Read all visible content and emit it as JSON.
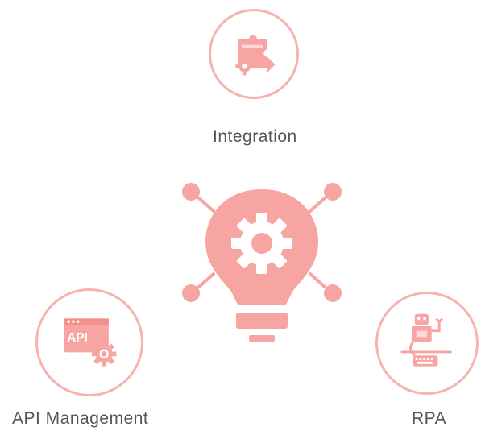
{
  "colors": {
    "accent": "#f6a5a3",
    "ring": "#f6b3b0",
    "text": "#555555"
  },
  "center": {
    "icon": "lightbulb-gear-icon"
  },
  "nodes": [
    {
      "id": "integration",
      "label": "Integration",
      "icon": "puzzle-gear-arrow-icon"
    },
    {
      "id": "api",
      "label": "API Management",
      "icon": "api-window-gear-icon",
      "icon_text": "API"
    },
    {
      "id": "rpa",
      "label": "RPA",
      "icon": "robot-arm-keyboard-icon"
    }
  ]
}
